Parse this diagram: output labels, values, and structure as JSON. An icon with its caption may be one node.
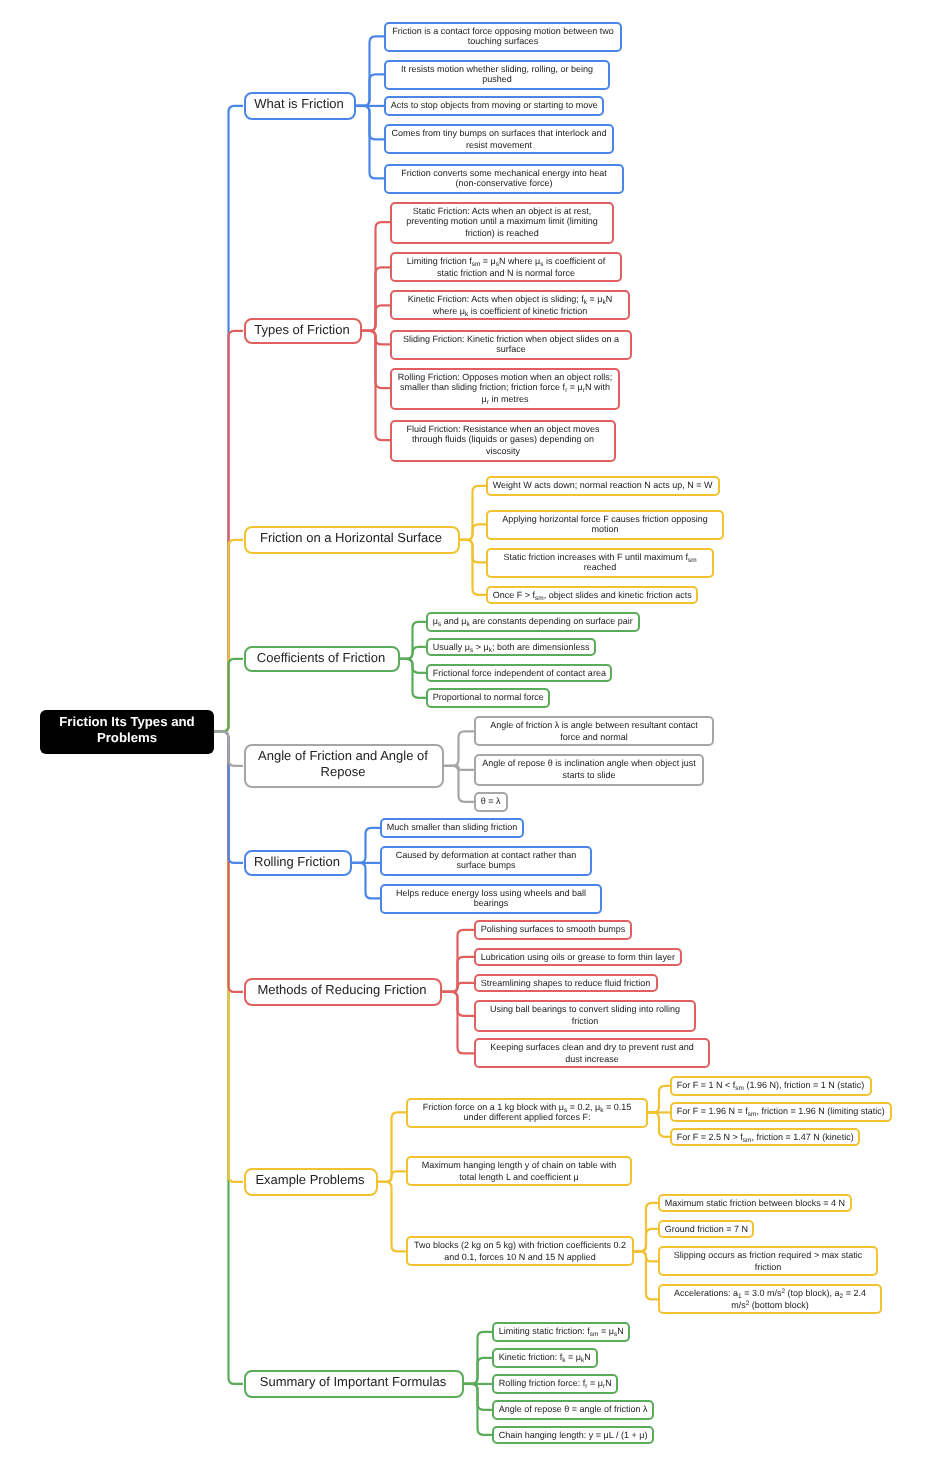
{
  "diagram": {
    "nodes": [
      {
        "text": [
          "Friction Its Types and Problems"
        ]
      },
      {
        "text": [
          "What is Friction"
        ]
      },
      {
        "text": [
          "Friction is a contact force opposing motion between two touching surfaces"
        ]
      },
      {
        "text": [
          "It resists motion whether sliding, rolling, or being pushed"
        ]
      },
      {
        "text": [
          "Acts to stop objects from moving or starting to move"
        ]
      },
      {
        "text": [
          "Comes from tiny bumps on surfaces that interlock and resist movement"
        ]
      },
      {
        "text": [
          "Friction converts some mechanical energy into heat (non-conservative force)"
        ]
      },
      {
        "text": [
          "Types of Friction"
        ]
      },
      {
        "text": [
          "Static Friction: Acts when an object is at rest, preventing motion until a maximum limit (limiting friction) is reached"
        ]
      },
      {
        "text": [
          "Limiting friction f$_{sm}$ = μ$_{s}$N where μ$_{s}$ is coefficient of static friction and N is normal force"
        ]
      },
      {
        "text": [
          "Kinetic Friction: Acts when object is sliding; f$_{k}$ = μ$_{k}$N where μ$_{k}$ is coefficient of kinetic friction"
        ]
      },
      {
        "text": [
          "Sliding Friction: Kinetic friction when object slides on a surface"
        ]
      },
      {
        "text": [
          "Rolling Friction: Opposes motion when an object rolls; smaller than sliding friction; friction force f$_{r}$ = μ$_{r}$N with μ$_{r}$ in metres"
        ]
      },
      {
        "text": [
          "Fluid Friction: Resistance when an object moves through fluids (liquids or gases) depending on viscosity"
        ]
      },
      {
        "text": [
          "Friction on a Horizontal Surface"
        ]
      },
      {
        "text": [
          "Weight W acts down; normal reaction N acts up, N = W"
        ]
      },
      {
        "text": [
          "Applying horizontal force F causes friction opposing motion"
        ]
      },
      {
        "text": [
          "Static friction increases with F until maximum f$_{sm}$ reached"
        ]
      },
      {
        "text": [
          "Once F > f$_{sm}$, object slides and kinetic friction acts"
        ]
      },
      {
        "text": [
          "Coefficients of Friction"
        ]
      },
      {
        "text": [
          "μ$_{s}$ and μ$_{k}$ are constants depending on surface pair"
        ]
      },
      {
        "text": [
          "Usually μ$_{s}$ > μ$_{k}$; both are dimensionless"
        ]
      },
      {
        "text": [
          "Frictional force independent of contact area"
        ]
      },
      {
        "text": [
          "Proportional to normal force"
        ]
      },
      {
        "text": [
          "Angle of Friction and Angle of Repose"
        ]
      },
      {
        "text": [
          "Angle of friction λ is angle between resultant contact force and normal"
        ]
      },
      {
        "text": [
          "Angle of repose θ is inclination angle when object just starts to slide"
        ]
      },
      {
        "text": [
          "θ = λ"
        ]
      },
      {
        "text": [
          "Rolling Friction"
        ]
      },
      {
        "text": [
          "Much smaller than sliding friction"
        ]
      },
      {
        "text": [
          "Caused by deformation at contact rather than surface bumps"
        ]
      },
      {
        "text": [
          "Helps reduce energy loss using wheels and ball bearings"
        ]
      },
      {
        "text": [
          "Methods of Reducing Friction"
        ]
      },
      {
        "text": [
          "Polishing surfaces to smooth bumps"
        ]
      },
      {
        "text": [
          "Lubrication using oils or grease to form thin layer"
        ]
      },
      {
        "text": [
          "Streamlining shapes to reduce fluid friction"
        ]
      },
      {
        "text": [
          "Using ball bearings to convert sliding into rolling friction"
        ]
      },
      {
        "text": [
          "Keeping surfaces clean and dry to prevent rust and dust increase"
        ]
      },
      {
        "text": [
          "Example Problems"
        ]
      },
      {
        "text": [
          "Friction force on a 1 kg block with μ$_{s}$ = 0.2, μ$_{k}$ = 0.15 under different applied forces F:"
        ]
      },
      {
        "text": [
          "For F = 1 N < f$_{sm}$ (1.96 N), friction = 1 N (static)"
        ]
      },
      {
        "text": [
          "For F = 1.96 N = f$_{sm}$, friction = 1.96 N (limiting static)"
        ]
      },
      {
        "text": [
          "For F = 2.5 N > f$_{sm}$, friction = 1.47 N (kinetic)"
        ]
      },
      {
        "text": [
          "Maximum hanging length y of chain on table with total length L and coefficient μ"
        ]
      },
      {
        "text": [
          "Two blocks (2 kg on 5 kg) with friction coefficients 0.2 and 0.1, forces 10 N and 15 N applied"
        ]
      },
      {
        "text": [
          "Maximum static friction between blocks = 4 N"
        ]
      },
      {
        "text": [
          "Ground friction = 7 N"
        ]
      },
      {
        "text": [
          "Slipping occurs as friction required > max static friction"
        ]
      },
      {
        "text": [
          "Accelerations: a$_{1}$ = 3.0 m/s$^{2}$ (top block), a$_{2}$ = 2.4 m/s$^{2}$ (bottom block)"
        ]
      },
      {
        "text": [
          "Summary of Important Formulas"
        ]
      },
      {
        "text": [
          "Limiting static friction: f$_{sm}$ = μ$_{s}$N"
        ]
      },
      {
        "text": [
          "Kinetic friction: f$_{k}$ = μ$_{k}$N"
        ]
      },
      {
        "text": [
          "Rolling friction force: f$_{r}$ = μ$_{r}$N"
        ]
      },
      {
        "text": [
          "Angle of repose θ = angle of friction λ"
        ]
      },
      {
        "text": [
          "Chain hanging length: y = μL / (1 + μ)"
        ]
      }
    ],
    "edges": [
      {
        "from": 0,
        "to": 1,
        "arrow": "none",
        "color": "#4a86e8"
      },
      {
        "from": 1,
        "to": 2,
        "arrow": "none",
        "color": "#4a86e8"
      },
      {
        "from": 1,
        "to": 3,
        "arrow": "none",
        "color": "#4a86e8"
      },
      {
        "from": 1,
        "to": 4,
        "arrow": "none",
        "color": "#4a86e8"
      },
      {
        "from": 1,
        "to": 5,
        "arrow": "none",
        "color": "#4a86e8"
      },
      {
        "from": 1,
        "to": 6,
        "arrow": "none",
        "color": "#4a86e8"
      },
      {
        "from": 0,
        "to": 7,
        "arrow": "none",
        "color": "#e06060"
      },
      {
        "from": 7,
        "to": 8,
        "arrow": "none",
        "color": "#e06060"
      },
      {
        "from": 7,
        "to": 9,
        "arrow": "none",
        "color": "#e06060"
      },
      {
        "from": 7,
        "to": 10,
        "arrow": "none",
        "color": "#e06060"
      },
      {
        "from": 7,
        "to": 11,
        "arrow": "none",
        "color": "#e06060"
      },
      {
        "from": 7,
        "to": 12,
        "arrow": "none",
        "color": "#e06060"
      },
      {
        "from": 7,
        "to": 13,
        "arrow": "none",
        "color": "#e06060"
      },
      {
        "from": 0,
        "to": 14,
        "arrow": "none",
        "color": "#f1c232"
      },
      {
        "from": 14,
        "to": 15,
        "arrow": "none",
        "color": "#f1c232"
      },
      {
        "from": 14,
        "to": 16,
        "arrow": "none",
        "color": "#f1c232"
      },
      {
        "from": 14,
        "to": 17,
        "arrow": "none",
        "color": "#f1c232"
      },
      {
        "from": 14,
        "to": 18,
        "arrow": "none",
        "color": "#f1c232"
      },
      {
        "from": 0,
        "to": 19,
        "arrow": "none",
        "color": "#5aab5a"
      },
      {
        "from": 19,
        "to": 20,
        "arrow": "none",
        "color": "#5aab5a"
      },
      {
        "from": 19,
        "to": 21,
        "arrow": "none",
        "color": "#5aab5a"
      },
      {
        "from": 19,
        "to": 22,
        "arrow": "none",
        "color": "#5aab5a"
      },
      {
        "from": 19,
        "to": 23,
        "arrow": "none",
        "color": "#5aab5a"
      },
      {
        "from": 0,
        "to": 24,
        "arrow": "none",
        "color": "#a6a6a6"
      },
      {
        "from": 24,
        "to": 25,
        "arrow": "none",
        "color": "#a6a6a6"
      },
      {
        "from": 24,
        "to": 26,
        "arrow": "none",
        "color": "#a6a6a6"
      },
      {
        "from": 24,
        "to": 27,
        "arrow": "none",
        "color": "#a6a6a6"
      },
      {
        "from": 0,
        "to": 28,
        "arrow": "none",
        "color": "#4a86e8"
      },
      {
        "from": 28,
        "to": 29,
        "arrow": "none",
        "color": "#4a86e8"
      },
      {
        "from": 28,
        "to": 30,
        "arrow": "none",
        "color": "#4a86e8"
      },
      {
        "from": 28,
        "to": 31,
        "arrow": "none",
        "color": "#4a86e8"
      },
      {
        "from": 0,
        "to": 32,
        "arrow": "none",
        "color": "#e06060"
      },
      {
        "from": 32,
        "to": 33,
        "arrow": "none",
        "color": "#e06060"
      },
      {
        "from": 32,
        "to": 34,
        "arrow": "none",
        "color": "#e06060"
      },
      {
        "from": 32,
        "to": 35,
        "arrow": "none",
        "color": "#e06060"
      },
      {
        "from": 32,
        "to": 36,
        "arrow": "none",
        "color": "#e06060"
      },
      {
        "from": 32,
        "to": 37,
        "arrow": "none",
        "color": "#e06060"
      },
      {
        "from": 0,
        "to": 38,
        "arrow": "none",
        "color": "#f1c232"
      },
      {
        "from": 38,
        "to": 39,
        "arrow": "none",
        "color": "#f1c232"
      },
      {
        "from": 39,
        "to": 40,
        "arrow": "none",
        "color": "#f1c232"
      },
      {
        "from": 39,
        "to": 41,
        "arrow": "none",
        "color": "#f1c232"
      },
      {
        "from": 39,
        "to": 42,
        "arrow": "none",
        "color": "#f1c232"
      },
      {
        "from": 38,
        "to": 43,
        "arrow": "none",
        "color": "#f1c232"
      },
      {
        "from": 38,
        "to": 44,
        "arrow": "none",
        "color": "#f1c232"
      },
      {
        "from": 44,
        "to": 45,
        "arrow": "none",
        "color": "#f1c232"
      },
      {
        "from": 44,
        "to": 46,
        "arrow": "none",
        "color": "#f1c232"
      },
      {
        "from": 44,
        "to": 47,
        "arrow": "none",
        "color": "#f1c232"
      },
      {
        "from": 44,
        "to": 48,
        "arrow": "none",
        "color": "#f1c232"
      },
      {
        "from": 0,
        "to": 49,
        "arrow": "none",
        "color": "#5aab5a"
      },
      {
        "from": 49,
        "to": 50,
        "arrow": "none",
        "color": "#5aab5a"
      },
      {
        "from": 49,
        "to": 51,
        "arrow": "none",
        "color": "#5aab5a"
      },
      {
        "from": 49,
        "to": 52,
        "arrow": "none",
        "color": "#5aab5a"
      },
      {
        "from": 49,
        "to": 53,
        "arrow": "none",
        "color": "#5aab5a"
      },
      {
        "from": 49,
        "to": 54,
        "arrow": "none",
        "color": "#5aab5a"
      }
    ]
  }
}
